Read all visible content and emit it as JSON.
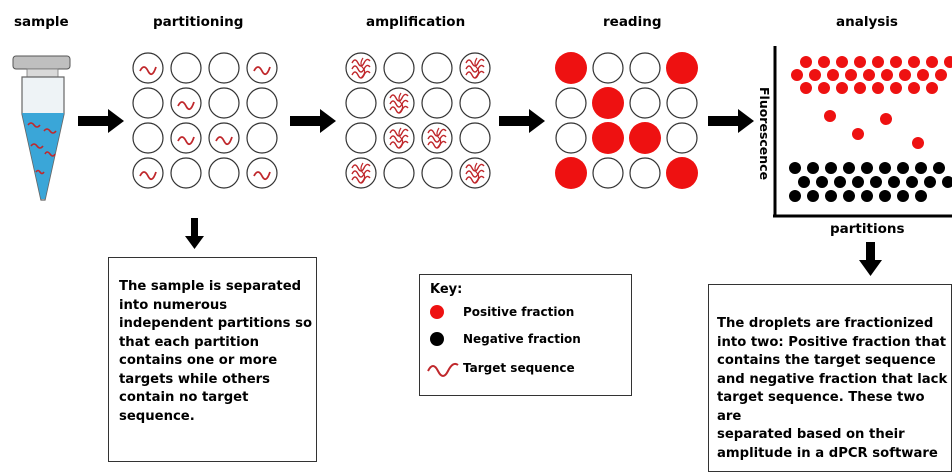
{
  "headers": {
    "sample": "sample",
    "partitioning": "partitioning",
    "amplification": "amplification",
    "reading": "reading",
    "analysis": "analysis"
  },
  "partitioning_description": "The sample is separated\ninto numerous\nindependent partitions so\nthat each partition\ncontains one or more\ntargets while others\ncontain no target\nsequence.",
  "analysis_description": "The droplets are fractionized\ninto two: Positive fraction that\ncontains the target sequence\nand negative fraction that lack\ntarget sequence. These two are\nseparated based on their\namplitude in a dPCR software",
  "key": {
    "title": "Key:",
    "positive": "Positive fraction",
    "negative": "Negative fraction",
    "target": "Target sequence"
  },
  "plot": {
    "ylabel": "Fluorescence",
    "xlabel": "partitions"
  },
  "colors": {
    "positive": "#ee1111",
    "negative": "#000000",
    "target": "#c0282c",
    "liquid": "#3aa6d8"
  },
  "grids": {
    "partitioning": [
      [
        1,
        0,
        0,
        1
      ],
      [
        0,
        1,
        0,
        0
      ],
      [
        0,
        1,
        1,
        0
      ],
      [
        1,
        0,
        0,
        1
      ]
    ],
    "amplification": [
      [
        1,
        0,
        0,
        1
      ],
      [
        0,
        1,
        0,
        0
      ],
      [
        0,
        1,
        1,
        0
      ],
      [
        1,
        0,
        0,
        1
      ]
    ],
    "reading": [
      [
        1,
        0,
        0,
        1
      ],
      [
        0,
        1,
        0,
        0
      ],
      [
        0,
        1,
        1,
        0
      ],
      [
        1,
        0,
        0,
        1
      ]
    ]
  }
}
